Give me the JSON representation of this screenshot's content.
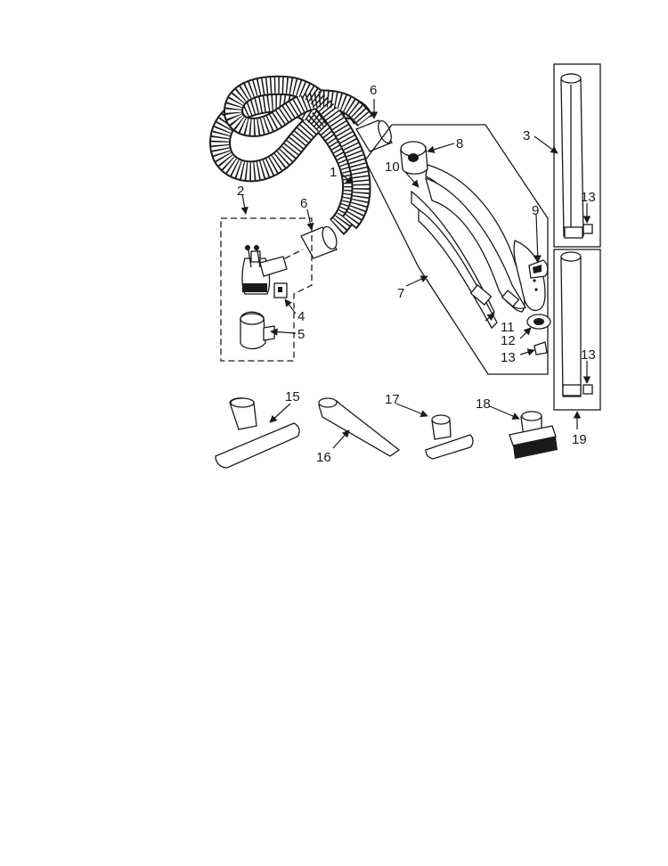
{
  "callouts": {
    "c1": "1",
    "c2": "2",
    "c3": "3",
    "c4": "4",
    "c5": "5",
    "c6a": "6",
    "c6b": "6",
    "c7": "7",
    "c8": "8",
    "c9": "9",
    "c10": "10",
    "c11": "11",
    "c12": "12",
    "c13a": "13",
    "c13b": "13",
    "c13c": "13",
    "c15": "15",
    "c16": "16",
    "c17": "17",
    "c18": "18",
    "c19": "19"
  }
}
